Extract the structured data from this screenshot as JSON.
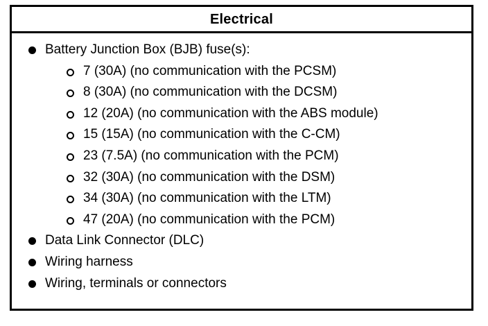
{
  "table": {
    "header": {
      "title": "Electrical"
    },
    "items": [
      {
        "bullet": "disc-bullet",
        "label": "Battery Junction Box (BJB) fuse(s):",
        "subitems": [
          {
            "bullet": "circle-bullet",
            "label": "7 (30A) (no communication with the PCSM)"
          },
          {
            "bullet": "circle-bullet",
            "label": "8 (30A) (no communication with the DCSM)"
          },
          {
            "bullet": "circle-bullet",
            "label": "12 (20A) (no communication with the ABS module)"
          },
          {
            "bullet": "circle-bullet",
            "label": "15 (15A) (no communication with the C-CM)"
          },
          {
            "bullet": "circle-bullet",
            "label": "23 (7.5A) (no communication with the PCM)"
          },
          {
            "bullet": "circle-bullet",
            "label": "32 (30A) (no communication with the DSM)"
          },
          {
            "bullet": "circle-bullet",
            "label": "34 (30A) (no communication with the LTM)"
          },
          {
            "bullet": "circle-bullet",
            "label": "47 (20A) (no communication with the PCM)"
          }
        ]
      },
      {
        "bullet": "disc-bullet",
        "label": "Data Link Connector (DLC)",
        "subitems": []
      },
      {
        "bullet": "disc-bullet",
        "label": "Wiring harness",
        "subitems": []
      },
      {
        "bullet": "disc-bullet",
        "label": "Wiring, terminals or connectors",
        "subitems": []
      }
    ]
  },
  "colors": {
    "border": "#000000",
    "text": "#000000",
    "background": "#ffffff"
  }
}
